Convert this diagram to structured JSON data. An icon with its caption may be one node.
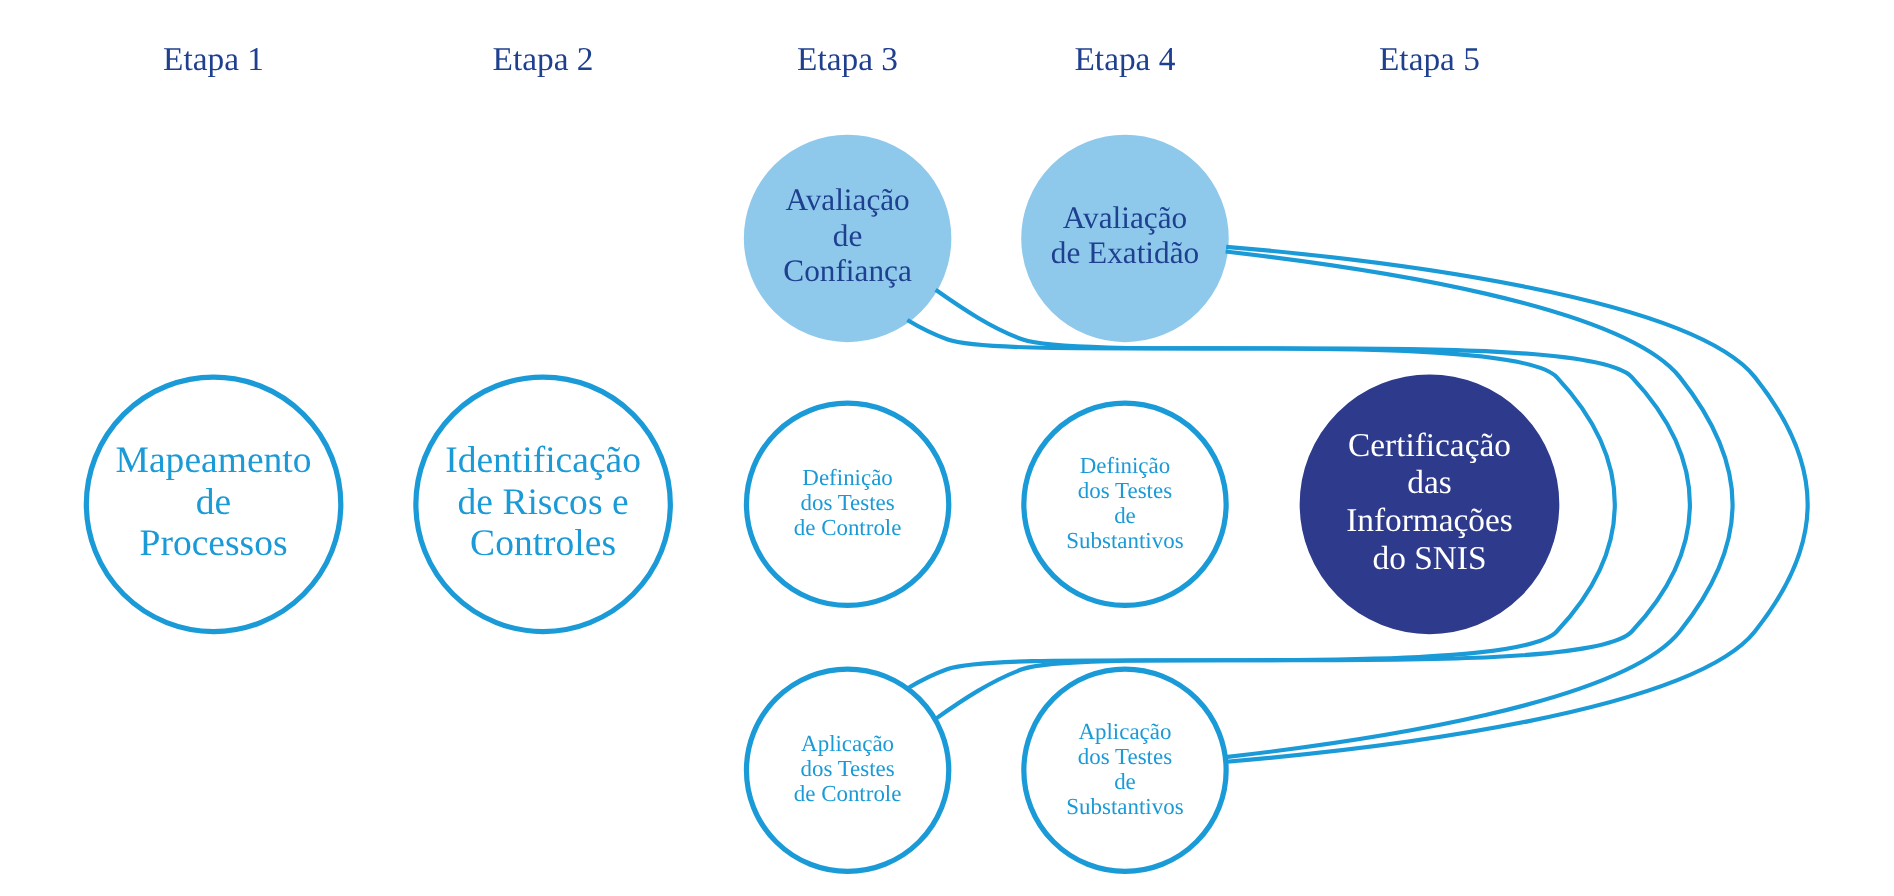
{
  "diagram": {
    "nodes": [
      {
        "text": [
          "Mapeamento de Processos"
        ]
      },
      {
        "text": [
          "Identificação de Riscos e Controles"
        ]
      },
      {
        "text": [
          "Avaliação de Confiança"
        ]
      },
      {
        "text": [
          "Definição dos Testes de Controle"
        ]
      },
      {
        "text": [
          "Aplicação dos Testes de Controle"
        ]
      },
      {
        "text": [
          "Avaliação de Exatidão"
        ]
      },
      {
        "text": [
          "Definição dos Testes de Substantivos"
        ]
      },
      {
        "text": [
          "Aplicação dos Testes de Substantivos"
        ]
      },
      {
        "text": [
          "Certificação das Informações do SNIS"
        ]
      }
    ],
    "edges": [
      {
        "from": 2,
        "to": 4,
        "arrow": "none"
      },
      {
        "from": 2,
        "to": 4,
        "arrow": "none"
      },
      {
        "from": 5,
        "to": 7,
        "arrow": "none"
      },
      {
        "from": 5,
        "to": 7,
        "arrow": "none"
      }
    ],
    "labels": [
      "Etapa 1",
      "Etapa 2",
      "Etapa 3",
      "Etapa 4",
      "Etapa 5"
    ]
  }
}
